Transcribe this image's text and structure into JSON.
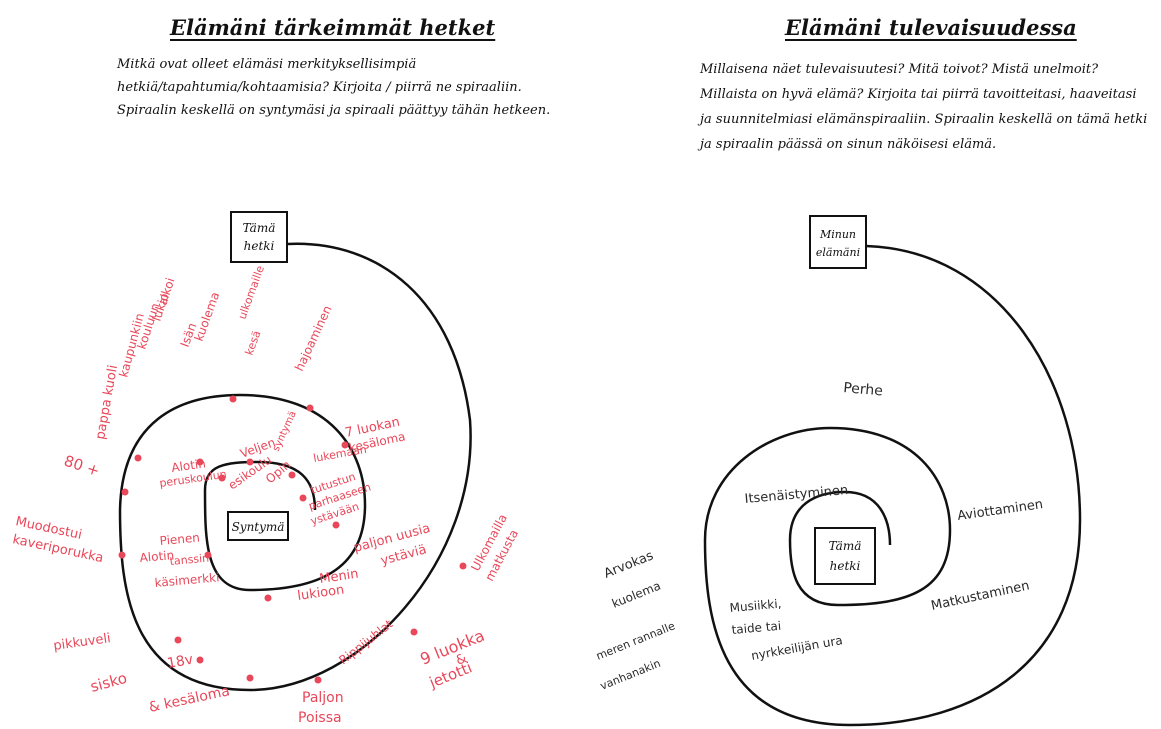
{
  "left": {
    "title": "Elämäni tärkeimmät hetket",
    "instructions": [
      "Mitkä ovat olleet elämäsi merkityksellisimpiä",
      "hetkiä/tapahtumia/kohtaamisia? Kirjoita / piirrä ne spiraaliin.",
      "Spiraalin keskellä on syntymäsi ja spiraali päättyy tähän hetkeen."
    ],
    "center_box": "Syntymä",
    "end_box": [
      "Tämä",
      "hetki"
    ],
    "notes": [
      "Muodostui",
      "kaveriporukka",
      "80 +",
      "pappa kuoli",
      "kaupunkiin",
      "kouluun",
      "lukio",
      "alkoi",
      "Isän",
      "kuolema",
      "kesä",
      "ulkomaille",
      "hajoaminen",
      "Alotin",
      "peruskoulun",
      "Veljen",
      "syntymä",
      "esikoulu",
      "Opin",
      "lukemaan",
      "7 luokan",
      "kesäloma",
      "tutustun",
      "parhaaseen",
      "ystävään",
      "paljon uusia",
      "ystäviä",
      "Menin",
      "lukioon",
      "Pienen",
      "Alotin",
      "tanssin",
      "käsimerkki",
      "Ulkomailla",
      "matkusta",
      "Rippijuhlat",
      "9 luokka",
      "&",
      "jetotti",
      "pikkuveli",
      "sisko",
      "18v",
      "& kesäloma",
      "Paljon",
      "Poissa"
    ]
  },
  "right": {
    "title": "Elämäni tulevaisuudessa",
    "instructions": [
      "Millaisena näet tulevaisuutesi? Mitä toivot? Mistä unelmoit?",
      "Millaista on hyvä elämä? Kirjoita tai piirrä tavoitteitasi, haaveitasi",
      "ja suunnitelmiasi elämänspiraaliin. Spiraalin keskellä on tämä hetki",
      "ja spiraalin päässä on sinun näköisesi elämä."
    ],
    "center_box": [
      "Tämä",
      "hetki"
    ],
    "end_box": [
      "Minun",
      "elämäni"
    ],
    "notes": [
      "Perhe",
      "Itsenäistyminen",
      "Aviottaminen",
      "Matkustaminen",
      "Musiikki,",
      "taide tai",
      "nyrkkeilijän ura",
      "Arvokas",
      "kuolema",
      "meren rannalle",
      "vanhanakin"
    ]
  }
}
